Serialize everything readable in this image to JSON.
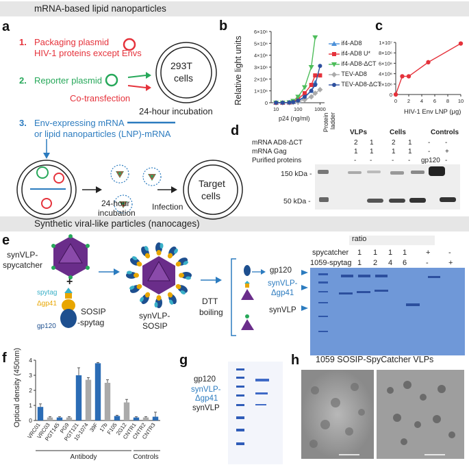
{
  "banners": {
    "top": "mRNA-based lipid nanoparticles",
    "middle": "Synthetic viral-like particles (nanocages)"
  },
  "panel_labels": [
    "a",
    "b",
    "c",
    "d",
    "e",
    "f",
    "g",
    "h"
  ],
  "panel_a": {
    "step1_num": "1.",
    "step1_line1": "Packaging plasmid",
    "step1_line2": "HIV-1 proteins except Envs",
    "step2_num": "2.",
    "step2_text": "Reporter plasmid",
    "cotransfection": "Co-transfection",
    "cells_line1": "293T",
    "cells_line2": "cells",
    "incubation": "24-hour incubation",
    "step3_num": "3.",
    "step3_line1": "Env-expressing mRNA",
    "step3_line2": "or lipid nanoparticles (LNP)-mRNA",
    "incub2_line1": "24-hour",
    "incub2_line2": "incubation",
    "infection": "Infection",
    "target_line1": "Target",
    "target_line2": "cells",
    "colors": {
      "red": "#e5323b",
      "green": "#27a85a",
      "blue": "#2b7bbf"
    }
  },
  "chart_b": {
    "type": "line",
    "ylabel": "Relative light units",
    "xlabel": "p24 (ng/ml)",
    "x_scale": "log",
    "ylim": [
      0,
      6000000
    ],
    "yticks": [
      "0",
      "1×10⁶",
      "2×10⁶",
      "3×10⁶",
      "4×10⁶",
      "5×10⁶",
      "6×10⁶"
    ],
    "xticks": [
      "10",
      "100",
      "1000"
    ],
    "grid": false,
    "legend": "right",
    "series": [
      {
        "name": "if4-AD8",
        "color": "#4a90d9",
        "marker": "triangle",
        "x": [
          10,
          20,
          40,
          60,
          100,
          200,
          400,
          600
        ],
        "y": [
          0,
          0,
          20000,
          60000,
          150000,
          450000,
          1000000,
          1700000
        ]
      },
      {
        "name": "if4-AD8 U*",
        "color": "#e5323b",
        "marker": "square",
        "x": [
          10,
          20,
          40,
          60,
          100,
          200,
          400,
          600,
          1000
        ],
        "y": [
          0,
          0,
          20000,
          80000,
          300000,
          800000,
          1500000,
          2300000,
          2300000
        ]
      },
      {
        "name": "if4-AD8-ΔCT",
        "color": "#4dbd5a",
        "marker": "triangle-down",
        "x": [
          10,
          20,
          40,
          60,
          100,
          200,
          400,
          600
        ],
        "y": [
          0,
          0,
          30000,
          150000,
          500000,
          1300000,
          3000000,
          5500000
        ]
      },
      {
        "name": "TEV-AD8",
        "color": "#aaaaaa",
        "marker": "diamond",
        "x": [
          10,
          20,
          40,
          60,
          100,
          200,
          400,
          600,
          1000
        ],
        "y": [
          0,
          0,
          0,
          20000,
          80000,
          250000,
          500000,
          800000,
          1100000
        ]
      },
      {
        "name": "TEV-AD8-ΔCT",
        "color": "#2d4f9e",
        "marker": "circle",
        "x": [
          10,
          20,
          40,
          60,
          100,
          200,
          400,
          600,
          1000
        ],
        "y": [
          0,
          0,
          20000,
          60000,
          180000,
          500000,
          1000000,
          1500000,
          3100000
        ]
      }
    ]
  },
  "chart_c": {
    "type": "line",
    "xlabel": "HIV-1 Env LNP (μg)",
    "xlim": [
      0,
      10
    ],
    "ylim": [
      0,
      10000000
    ],
    "xticks": [
      "0",
      "2",
      "4",
      "6",
      "8",
      "10"
    ],
    "yticks": [
      "0",
      "2×10⁶",
      "4×10⁶",
      "6×10⁶",
      "8×10⁶",
      "1×10⁷"
    ],
    "series": [
      {
        "color": "#e5323b",
        "x": [
          0,
          1,
          2,
          5,
          10
        ],
        "y": [
          0,
          3500000,
          3500000,
          6200000,
          9800000
        ]
      }
    ]
  },
  "panel_d": {
    "protein_ladder_l1": "Protein",
    "protein_ladder_l2": "ladder",
    "headers": [
      "VLPs",
      "Cells",
      "Controls"
    ],
    "row_labels": [
      "mRNA AD8-ΔCT",
      "mRNA Gag",
      "Purified proteins"
    ],
    "rows": [
      [
        "2",
        "1",
        "2",
        "1",
        "-",
        "-"
      ],
      [
        "1",
        "1",
        "1",
        "1",
        "-",
        "+"
      ],
      [
        "-",
        "-",
        "-",
        "-",
        "gp120",
        "-"
      ]
    ],
    "markers": [
      "150 kDa -",
      "50 kDa -"
    ]
  },
  "panel_e": {
    "synvlp_spycatcher_l1": "synVLP-",
    "synvlp_spycatcher_l2": "spycatcher",
    "plus": "+",
    "spytag": "spytag",
    "dgp41": "Δgp41",
    "gp120": "gp120",
    "sosip_l1": "SOSIP",
    "sosip_l2": "-spytag",
    "synvlp_sosip_l1": "synVLP-",
    "synvlp_sosip_l2": "SOSIP",
    "dtt_l1": "DTT",
    "dtt_l2": "boiling",
    "band_gp120": "gp120",
    "band_synvlp_dgp41_l1": "synVLP-",
    "band_synvlp_dgp41_l2": "Δgp41",
    "band_synvlp": "synVLP",
    "ratio": "ratio",
    "spycatcher_label": "spycatcher",
    "spytag_label": "1059-spytag",
    "spycatcher_vals": [
      "1",
      "1",
      "1",
      "1",
      "+",
      "-"
    ],
    "spytag_vals": [
      "1",
      "2",
      "4",
      "6",
      "-",
      "+"
    ]
  },
  "chart_f": {
    "type": "bar",
    "ylabel": "Optical density (450nm)",
    "ylim": [
      0,
      4
    ],
    "yticks": [
      "0",
      "1",
      "2",
      "3",
      "4"
    ],
    "categories": [
      "VRC01",
      "VRC03",
      "PGT145",
      "PG9",
      "PGT121",
      "10-1074",
      "39F",
      "17b",
      "F105",
      "2G12",
      "CNTR1",
      "CNTR2",
      "CNTR3"
    ],
    "values": [
      0.9,
      0.2,
      0.2,
      0.2,
      3.0,
      2.7,
      3.8,
      2.5,
      0.3,
      1.2,
      0.2,
      0.2,
      0.25
    ],
    "errors": [
      0.2,
      0.05,
      0.05,
      0.05,
      0.5,
      0.15,
      0.05,
      0.2,
      0.05,
      0.2,
      0.05,
      0.05,
      0.3
    ],
    "colors": [
      "#2b6cb5",
      "#aaaaaa",
      "#2b6cb5",
      "#aaaaaa",
      "#2b6cb5",
      "#aaaaaa",
      "#2b6cb5",
      "#aaaaaa",
      "#2b6cb5",
      "#aaaaaa",
      "#2b6cb5",
      "#aaaaaa",
      "#2b6cb5"
    ],
    "group_labels": [
      "Antibody",
      "Controls"
    ]
  },
  "panel_g": {
    "gp120": "gp120",
    "synvlp_dgp41_l1": "synVLP-",
    "synvlp_dgp41_l2": "Δgp41",
    "synvlp": "synVLP"
  },
  "panel_h": {
    "title": "1059 SOSIP-SpyCatcher VLPs"
  }
}
